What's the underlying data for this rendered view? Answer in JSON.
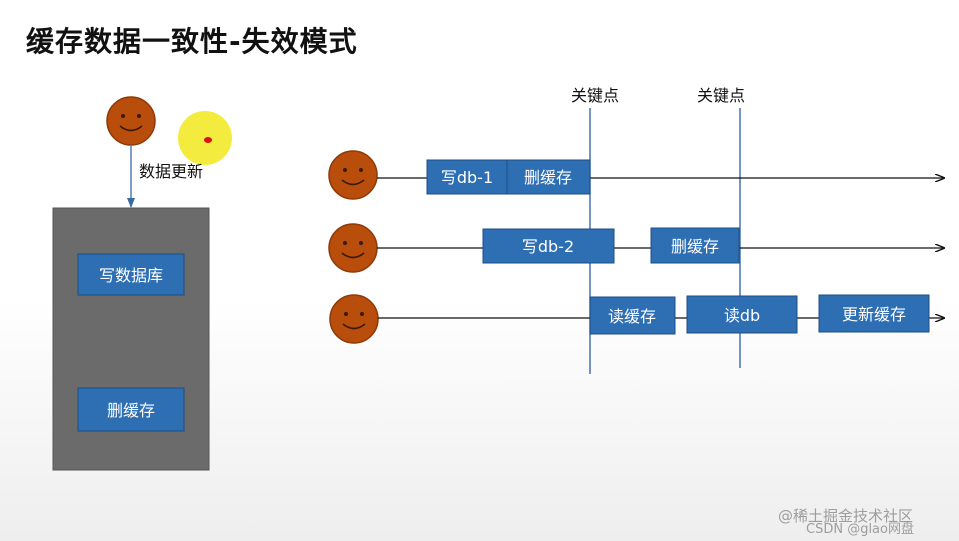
{
  "title": "缓存数据一致性-失效模式",
  "left": {
    "update_label": "数据更新",
    "write_db": "写数据库",
    "delete_cache": "删缓存"
  },
  "timeline": {
    "key_point_1": "关键点",
    "key_point_2": "关键点",
    "row1": [
      "写db-1",
      "删缓存"
    ],
    "row2": [
      "写db-2",
      "删缓存"
    ],
    "row3": [
      "读缓存",
      "读db",
      "更新缓存"
    ]
  },
  "watermark": {
    "line1": "@稀土掘金技术社区",
    "line2": "CSDN @glao网盘"
  },
  "colors": {
    "box_fill": "#2e6fb4",
    "box_text": "#ffffff",
    "face_fill": "#b84d0c",
    "highlight": "#f2ea2a",
    "server_fill": "#6b6b6b"
  }
}
